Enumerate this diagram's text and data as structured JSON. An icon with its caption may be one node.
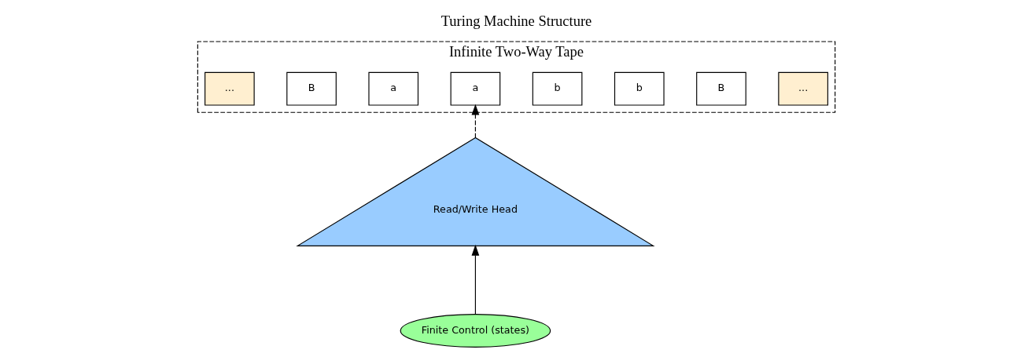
{
  "diagram": {
    "title": "Turing Machine Structure",
    "nodes": [
      {
        "text": [
          "Infinite Two-Way Tape"
        ]
      },
      {
        "text": [
          "..."
        ],
        "in": 0
      },
      {
        "text": [
          "B"
        ],
        "in": 0
      },
      {
        "text": [
          "a"
        ],
        "in": 0
      },
      {
        "text": [
          "a"
        ],
        "in": 0
      },
      {
        "text": [
          "b"
        ],
        "in": 0
      },
      {
        "text": [
          "b"
        ],
        "in": 0
      },
      {
        "text": [
          "B"
        ],
        "in": 0
      },
      {
        "text": [
          "..."
        ],
        "in": 0
      },
      {
        "text": [
          "Read/Write Head"
        ]
      },
      {
        "text": [
          "Finite Control (states)"
        ]
      }
    ],
    "edges": [
      {
        "from": 9,
        "to": 4,
        "arrow": "to",
        "style": "dashed"
      },
      {
        "from": 10,
        "to": 9,
        "arrow": "to"
      }
    ]
  }
}
